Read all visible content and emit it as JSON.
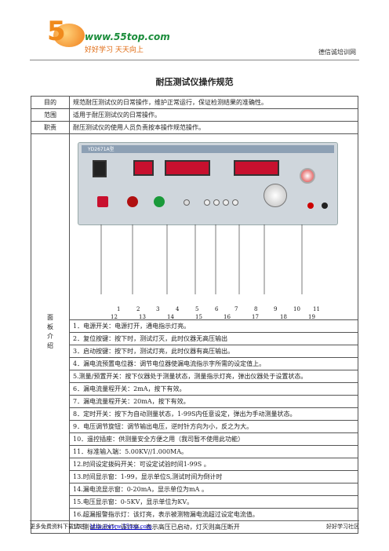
{
  "header": {
    "logo_number": "5",
    "logo_url": "www.55top.com",
    "logo_slogan": "好好学习  天天向上",
    "right_text": "德信诚培训网"
  },
  "title": "耐压测试仪操作规范",
  "rows": [
    {
      "label": "目的",
      "text": "规范耐压测试仪的日常操作，维护正常运行，保证检测结果的准确性。"
    },
    {
      "label": "范围",
      "text": "适用于耐压测试仪的日常操作。"
    },
    {
      "label": "职责",
      "text": "耐压测试仪的使用人员负责按本操作规范操作。"
    }
  ],
  "panel": {
    "model": "YD2671A型",
    "top_numbers": [
      "1",
      "2",
      "3",
      "4",
      "5",
      "6",
      "7",
      "8",
      "9",
      "10",
      "11"
    ],
    "bottom_numbers": [
      "12",
      "13",
      "14",
      "15",
      "16",
      "17",
      "18",
      "19"
    ]
  },
  "panel_label": "面板介绍",
  "items": [
    "1．电源开关：电源打开，通电指示灯亮。",
    "2．复位按键：按下时，测试灯灭，此时仪器无高压输出",
    "3．启动按键：按下时，测试灯亮，此时仪器有高压输出。",
    "4．漏电流预置电位器：调节电位器使漏电流指示字所需的设定值上。",
    "5.测量/预置开关：按下仪器处于测量状态，测量指示灯亮，弹出仪器处于设置状态。",
    "6．漏电流量程开关：2mA，按下有效。",
    "7．漏电流量程开关：20mA，按下有效。",
    "8．定时开关：按下为自动测量状态，1-99S内任意设定，弹出为手动测量状态。",
    "9．电压调节旋钮：调节输出电压，逆时针方向为小，反之为大。",
    "10．遥控插座：供测量安全方便之用（我司暂不使用此功能）",
    "11．标准输入端：5.00KV//1.000MA。",
    "12.时间设定拨码开关：可设定试验时间1-99S 。",
    "13.时间显示窗：1-99，显示单位S,测试时间为倒计时",
    "14.漏电流显示窗：0-20mA，显示单位为mA 。",
    "15.电压显示窗：0-5KV，显示单位为KV。",
    "16.超漏报警指示灯：该灯亮，表示被测物漏电流超过设定电流值。",
    "17.测试指示灯：该灯亮，表示高压已启动，灯灭则高压断开"
  ],
  "footer": {
    "left_prefix": "更多免费资料下载请进：",
    "left_link": "http://www.55top.com",
    "right": "好好学习社区"
  }
}
